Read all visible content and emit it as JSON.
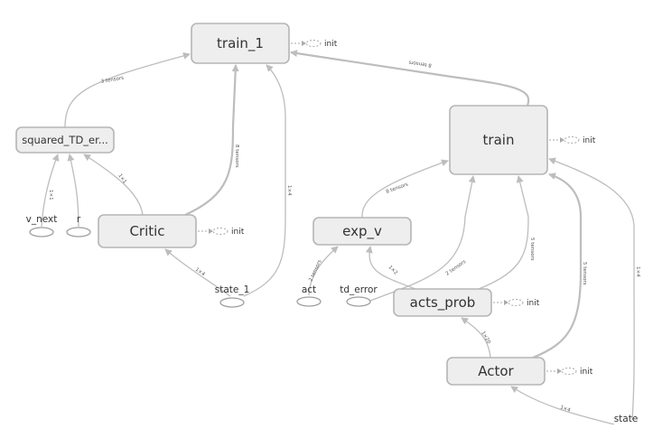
{
  "nodes": {
    "train_1": "train_1",
    "train": "train",
    "squared_td": "squared_TD_er...",
    "critic": "Critic",
    "exp_v": "exp_v",
    "acts_prob": "acts_prob",
    "actor": "Actor"
  },
  "placeholders": {
    "v_next": "v_next",
    "r": "r",
    "state_1": "state_1",
    "act": "act",
    "td_error": "td_error",
    "state": "state"
  },
  "init_label": "init",
  "edges": {
    "squared_to_train1": "3 tensors",
    "critic_to_train1": "8 tensors",
    "state1_to_train1": "1×4",
    "train_to_train1": "8 tensors",
    "vnext_to_squared": "1×1",
    "critic_to_squared": "1×1",
    "state1_to_critic": "1×4",
    "expv_to_train": "8 tensors",
    "act_to_expv": "2 tensors",
    "actsprob_to_expv": "1×2",
    "tderror_to_train": "2 tensors",
    "actsprob_to_train": "5 tensors",
    "actor_to_train": "5 tensors",
    "state_to_train": "1×4",
    "actor_to_actsprob": "1×20",
    "state_to_actor": "1×4"
  }
}
